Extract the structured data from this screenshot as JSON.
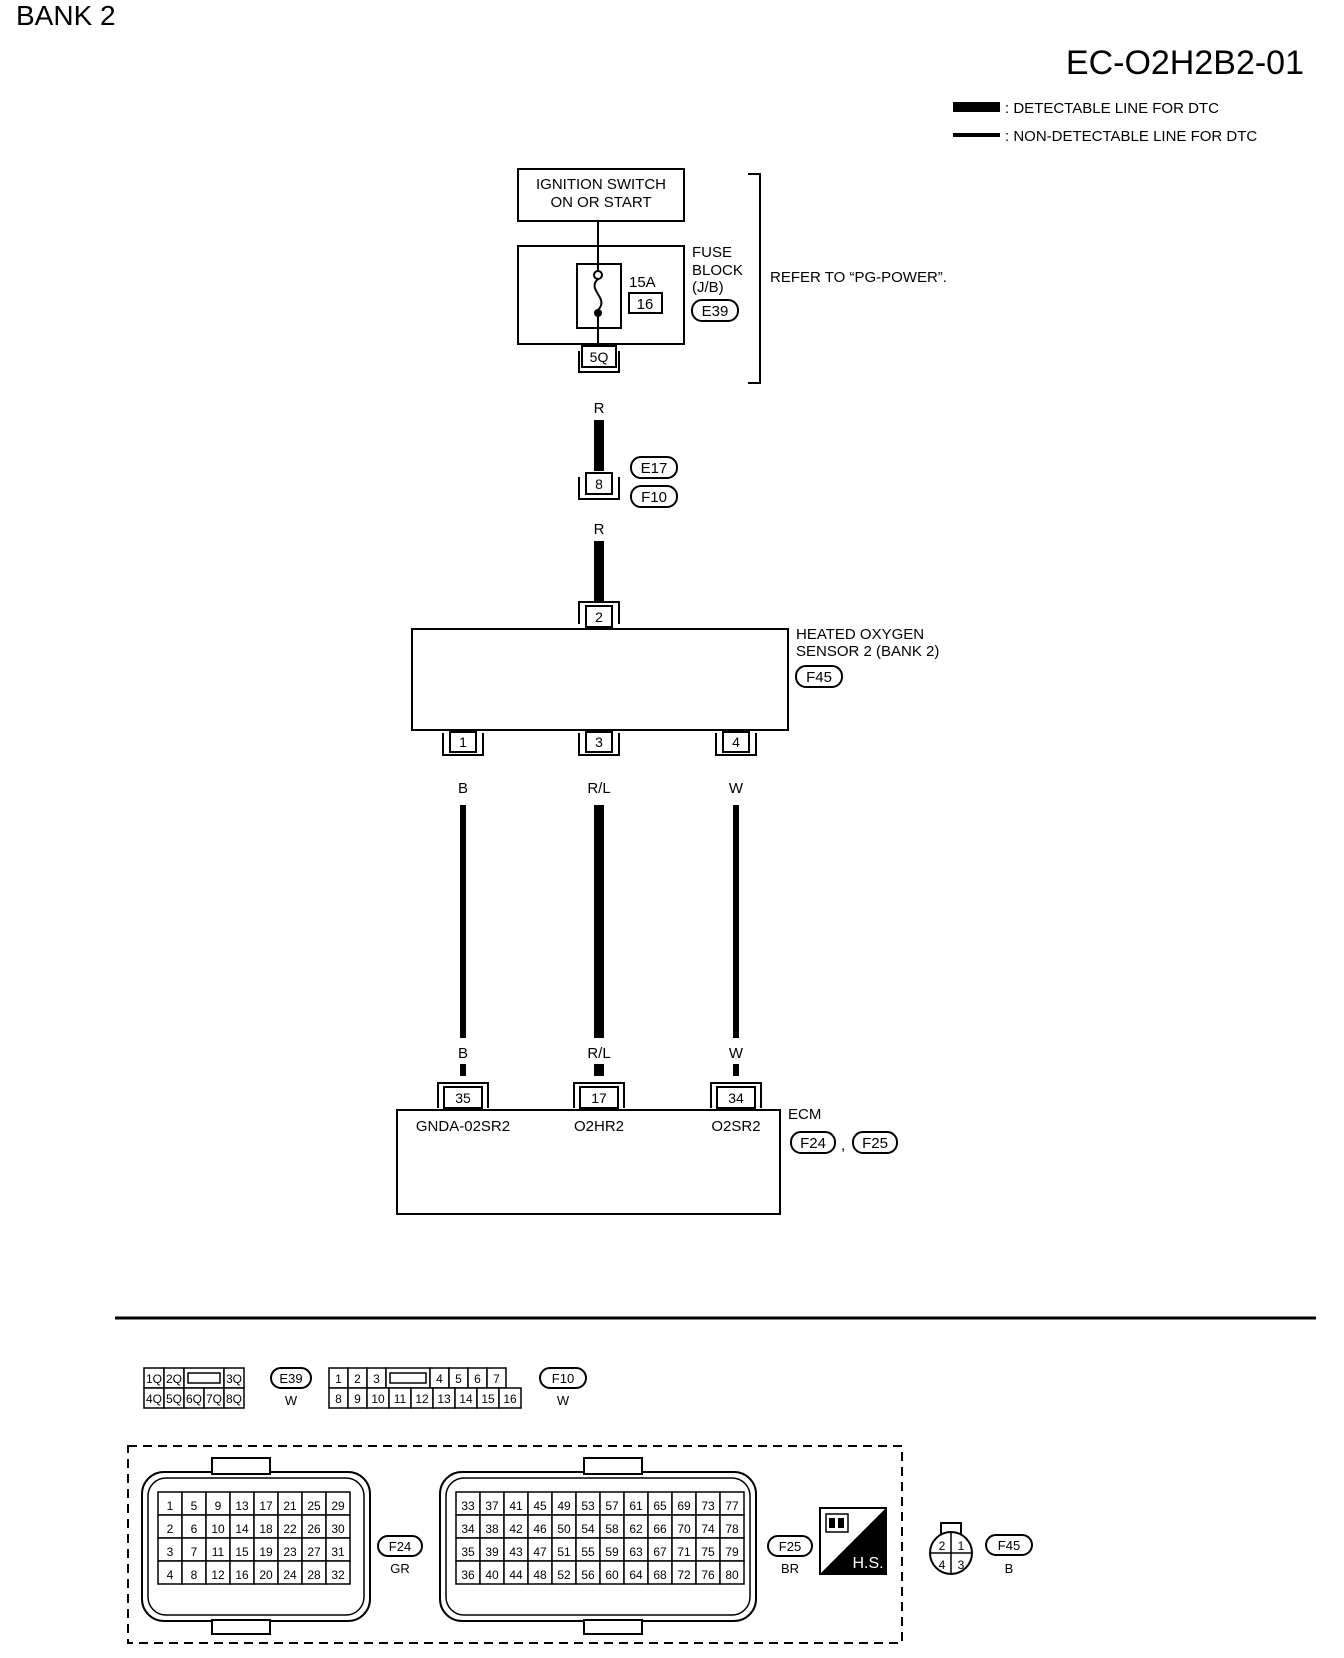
{
  "header": {
    "bank": "BANK 2",
    "diagram_code": "EC-O2H2B2-01"
  },
  "legend": {
    "detectable": ": DETECTABLE LINE FOR DTC",
    "non_detectable": ": NON-DETECTABLE LINE FOR DTC"
  },
  "ignition": {
    "line1": "IGNITION SWITCH",
    "line2": "ON OR START"
  },
  "fuse_block": {
    "line1": "FUSE",
    "line2": "BLOCK",
    "line3": "(J/B)",
    "connector": "E39",
    "fuse_rating": "15A",
    "fuse_number": "16",
    "terminal": "5Q"
  },
  "refer_note": "REFER TO “PG-POWER”.",
  "wire_r": "R",
  "junction": {
    "terminal": "8",
    "connector_top": "E17",
    "connector_bottom": "F10"
  },
  "sensor": {
    "line1": "HEATED OXYGEN",
    "line2": "SENSOR 2 (BANK 2)",
    "connector": "F45",
    "top_terminal": "2",
    "terminals": [
      "1",
      "3",
      "4"
    ]
  },
  "wires": {
    "left": "B",
    "middle": "R/L",
    "right": "W"
  },
  "ecm": {
    "title": "ECM",
    "connector_a": "F24",
    "sep": ",",
    "connector_b": "F25",
    "terminals": [
      "35",
      "17",
      "34"
    ],
    "signals": [
      "GNDA-02SR2",
      "O2HR2",
      "O2SR2"
    ]
  },
  "connectors": {
    "e39": {
      "id": "E39",
      "color": "W",
      "row1": [
        "1Q",
        "2Q",
        "",
        "3Q"
      ],
      "row2": [
        "4Q",
        "5Q",
        "6Q",
        "7Q",
        "8Q"
      ]
    },
    "f10": {
      "id": "F10",
      "color": "W",
      "row1": [
        "1",
        "2",
        "3",
        "",
        "4",
        "5",
        "6",
        "7"
      ],
      "row2": [
        "8",
        "9",
        "10",
        "11",
        "12",
        "13",
        "14",
        "15",
        "16"
      ]
    },
    "f24": {
      "id": "F24",
      "color": "GR",
      "rows": [
        [
          "1",
          "5",
          "9",
          "13",
          "17",
          "21",
          "25",
          "29"
        ],
        [
          "2",
          "6",
          "10",
          "14",
          "18",
          "22",
          "26",
          "30"
        ],
        [
          "3",
          "7",
          "11",
          "15",
          "19",
          "23",
          "27",
          "31"
        ],
        [
          "4",
          "8",
          "12",
          "16",
          "20",
          "24",
          "28",
          "32"
        ]
      ]
    },
    "f25": {
      "id": "F25",
      "color": "BR",
      "rows": [
        [
          "33",
          "37",
          "41",
          "45",
          "49",
          "53",
          "57",
          "61",
          "65",
          "69",
          "73",
          "77"
        ],
        [
          "34",
          "38",
          "42",
          "46",
          "50",
          "54",
          "58",
          "62",
          "66",
          "70",
          "74",
          "78"
        ],
        [
          "35",
          "39",
          "43",
          "47",
          "51",
          "55",
          "59",
          "63",
          "67",
          "71",
          "75",
          "79"
        ],
        [
          "36",
          "40",
          "44",
          "48",
          "52",
          "56",
          "60",
          "64",
          "68",
          "72",
          "76",
          "80"
        ]
      ]
    },
    "hs": "H.S.",
    "f45": {
      "id": "F45",
      "color": "B",
      "top": [
        "2",
        "1"
      ],
      "bottom": [
        "4",
        "3"
      ]
    }
  }
}
